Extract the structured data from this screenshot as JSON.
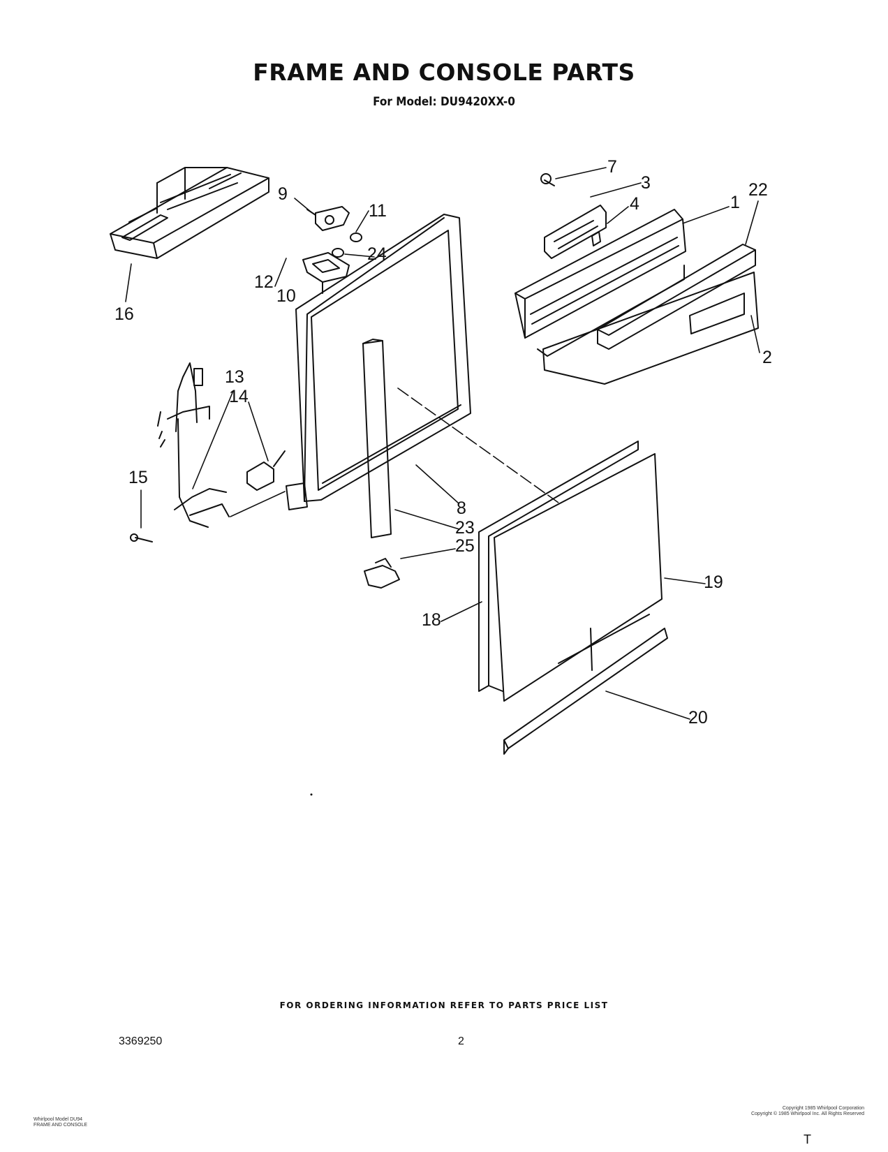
{
  "header": {
    "title": "FRAME AND CONSOLE PARTS",
    "subtitle": "For Model: DU9420XX-0"
  },
  "callouts": [
    {
      "id": "c1",
      "label": "1"
    },
    {
      "id": "c2",
      "label": "2"
    },
    {
      "id": "c3",
      "label": "3"
    },
    {
      "id": "c4",
      "label": "4"
    },
    {
      "id": "c7",
      "label": "7"
    },
    {
      "id": "c8",
      "label": "8"
    },
    {
      "id": "c9",
      "label": "9"
    },
    {
      "id": "c10",
      "label": "10"
    },
    {
      "id": "c11",
      "label": "11"
    },
    {
      "id": "c12",
      "label": "12"
    },
    {
      "id": "c13",
      "label": "13"
    },
    {
      "id": "c14",
      "label": "14"
    },
    {
      "id": "c15",
      "label": "15"
    },
    {
      "id": "c16",
      "label": "16"
    },
    {
      "id": "c18",
      "label": "18"
    },
    {
      "id": "c19",
      "label": "19"
    },
    {
      "id": "c20",
      "label": "20"
    },
    {
      "id": "c22",
      "label": "22"
    },
    {
      "id": "c23",
      "label": "23"
    },
    {
      "id": "c24",
      "label": "24"
    },
    {
      "id": "c25",
      "label": "25"
    }
  ],
  "footer": {
    "ordering_note": "FOR ORDERING INFORMATION REFER TO PARTS PRICE LIST",
    "doc_number": "3369250",
    "page_number": "2",
    "left_small_line1": "Whirlpool Model DU94",
    "left_small_line2": "FRAME AND CONSOLE",
    "right_small_line1": "Copyright 1985 Whirlpool Corporation",
    "right_small_line2": "Copyright © 1985 Whirlpool Inc. All Rights Reserved",
    "crop_mark": "T"
  }
}
